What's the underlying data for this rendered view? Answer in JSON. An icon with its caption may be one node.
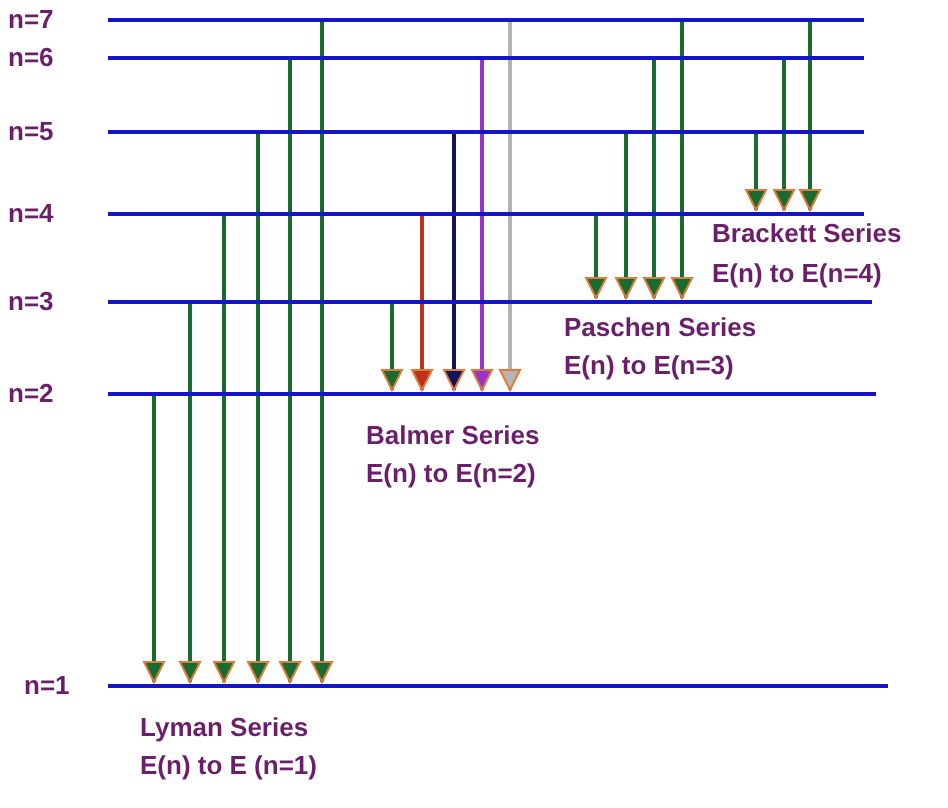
{
  "diagram": {
    "nodes": [
      {
        "text": [],
        "shape": "bar",
        "beside": [
          "n=7"
        ]
      },
      {
        "text": [],
        "shape": "bar",
        "beside": [
          "n=6"
        ]
      },
      {
        "text": [],
        "shape": "bar",
        "beside": [
          "n=5"
        ]
      },
      {
        "text": [],
        "shape": "bar",
        "beside": [
          "n=4"
        ]
      },
      {
        "text": [],
        "shape": "bar",
        "beside": [
          "n=3"
        ]
      },
      {
        "text": [],
        "shape": "bar",
        "beside": [
          "n=2"
        ]
      },
      {
        "text": [],
        "shape": "bar",
        "beside": [
          "n=1"
        ]
      }
    ],
    "edges": [
      {
        "from": 5,
        "to": 6,
        "arrow": "to"
      },
      {
        "from": 4,
        "to": 6,
        "arrow": "to"
      },
      {
        "from": 3,
        "to": 6,
        "arrow": "to"
      },
      {
        "from": 2,
        "to": 6,
        "arrow": "to"
      },
      {
        "from": 1,
        "to": 6,
        "arrow": "to"
      },
      {
        "from": 0,
        "to": 6,
        "arrow": "to"
      },
      {
        "from": 4,
        "to": 5,
        "arrow": "to"
      },
      {
        "from": 3,
        "to": 5,
        "arrow": "to",
        "color": "#c0301a"
      },
      {
        "from": 2,
        "to": 5,
        "arrow": "to",
        "color": "#14145a"
      },
      {
        "from": 1,
        "to": 5,
        "arrow": "to",
        "color": "#9933cc"
      },
      {
        "from": 0,
        "to": 5,
        "arrow": "to",
        "color": "#b4b4b4"
      },
      {
        "from": 3,
        "to": 4,
        "arrow": "to"
      },
      {
        "from": 2,
        "to": 4,
        "arrow": "to"
      },
      {
        "from": 1,
        "to": 4,
        "arrow": "to"
      },
      {
        "from": 0,
        "to": 4,
        "arrow": "to"
      },
      {
        "from": 2,
        "to": 3,
        "arrow": "to"
      },
      {
        "from": 1,
        "to": 3,
        "arrow": "to"
      },
      {
        "from": 0,
        "to": 3,
        "arrow": "to"
      }
    ],
    "labels": [
      "Brackett Series",
      "E(n) to E(n=4)",
      "Paschen Series",
      "E(n) to E(n=3)",
      "Balmer Series",
      "E(n) to E(n=2)",
      "Lyman Series",
      "E(n) to E (n=1)"
    ]
  }
}
